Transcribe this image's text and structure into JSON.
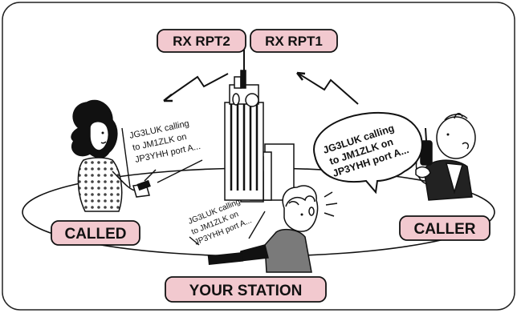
{
  "labels": {
    "rx_rpt2": "RX RPT2",
    "rx_rpt1": "RX RPT1",
    "called": "CALLED",
    "caller": "CALLER",
    "your_station": "YOUR STATION"
  },
  "messages": {
    "called": [
      "JG3LUK calling",
      "to JM1ZLK on",
      "JP3YHH port A..."
    ],
    "caller": [
      "JG3LUK calling",
      "to JM1ZLK on",
      "JP3YHH port A..."
    ],
    "your_station": [
      "JG3LUK calling",
      "to JM1ZLK on",
      "JP3YHH port A..."
    ]
  },
  "colors": {
    "label_fill": "#f2c9cf",
    "stroke": "#111111",
    "background": "#ffffff",
    "frame": "#222222",
    "dot_dress": "#555555",
    "shirt_gray": "#7a7a7a"
  }
}
